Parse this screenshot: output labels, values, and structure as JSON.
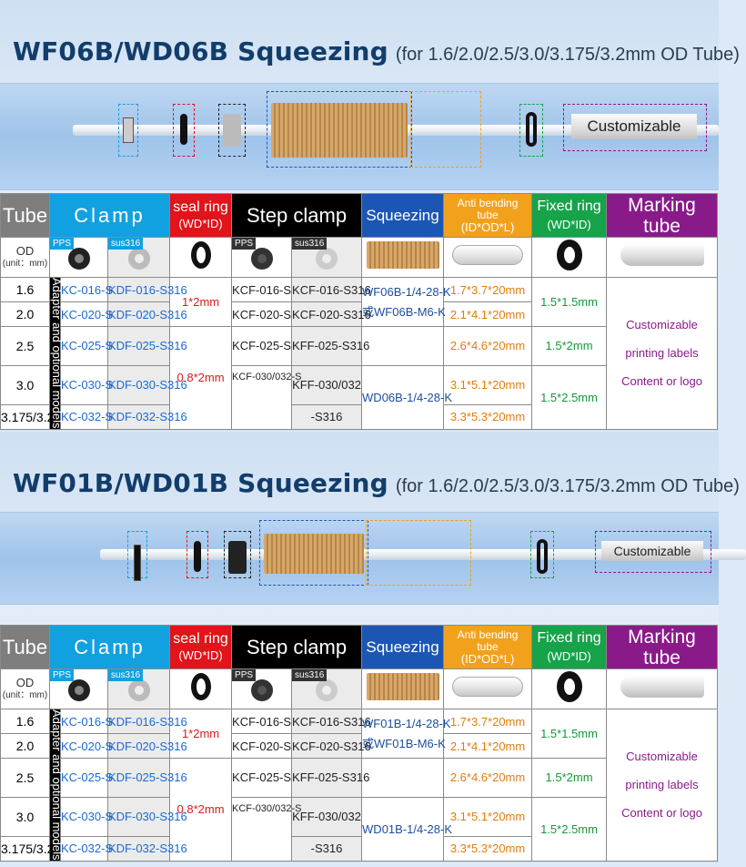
{
  "sections": [
    {
      "title": "WF06B/WD06B Squeezing",
      "subtitle": "(for 1.6/2.0/2.5/3.0/3.175/3.2mm OD Tube)",
      "custom_label": "Customizable",
      "sqz_a": "WF06B-1/4-28-K",
      "sqz_b": "或WF06B-M6-K",
      "sqz_c": "WD06B-1/4-28-K"
    },
    {
      "title": "WF01B/WD01B Squeezing",
      "subtitle": "(for 1.6/2.0/2.5/3.0/3.175/3.2mm OD Tube)",
      "custom_label": "Customizable",
      "sqz_a": "WF01B-1/4-28-K",
      "sqz_b": "或WF01B-M6-K",
      "sqz_c": "WD01B-1/4-28-K"
    }
  ],
  "headers": {
    "tube": "Tube",
    "clamp": "Clamp",
    "seal": "seal ring",
    "seal_sub": "(WD*ID)",
    "step": "Step clamp",
    "squeezing": "Squeezing",
    "anti": "Anti bending tube",
    "anti_sub": "(ID*OD*L)",
    "fixed": "Fixed ring",
    "fixed_sub": "(WD*ID)",
    "marking": "Marking tube",
    "od": "OD",
    "unit": "(unit：mm)",
    "pps": "PPS",
    "sus": "sus316",
    "vertical": "Adapter and optional models"
  },
  "rows": [
    {
      "od": "1.6",
      "kc": "KC-016-S",
      "kdf": "KDF-016-S316",
      "kcf": "KCF-016-S",
      "kff": "KCF-016-S316",
      "anti": "1.7*3.7*20mm"
    },
    {
      "od": "2.0",
      "kc": "KC-020-S",
      "kdf": "KDF-020-S316",
      "kcf": "KCF-020-S",
      "kff": "KCF-020-S316",
      "anti": "2.1*4.1*20mm"
    },
    {
      "od": "2.5",
      "kc": "KC-025-S",
      "kdf": "KDF-025-S316",
      "kcf": "KCF-025-S",
      "kff": "KFF-025-S316",
      "anti": "2.6*4.6*20mm"
    },
    {
      "od": "3.0",
      "kc": "KC-030-S",
      "kdf": "KDF-030-S316",
      "kcf": "KCF-030/032-S",
      "kff": "KFF-030/032",
      "anti": "3.1*5.1*20mm"
    },
    {
      "od": "3.175/3.2",
      "kc": "KC-032-S",
      "kdf": "KDF-032-S316",
      "kff2": "-S316",
      "anti": "3.3*5.3*20mm"
    }
  ],
  "seal": {
    "a": "1*2mm",
    "b": "0.8*2mm"
  },
  "fixed": {
    "a": "1.5*1.5mm",
    "b": "1.5*2mm",
    "c": "1.5*2.5mm"
  },
  "marking": {
    "l1": "Customizable",
    "l2": "printing labels",
    "l3": "Content or logo"
  },
  "colors": {
    "clamp": "#12a1e0",
    "seal": "#e0141a",
    "step": "#000000",
    "squeezing": "#1c56b4",
    "anti": "#f2a11c",
    "fixed": "#16a34a",
    "marking": "#8a1a8a",
    "title": "#123d6b"
  }
}
